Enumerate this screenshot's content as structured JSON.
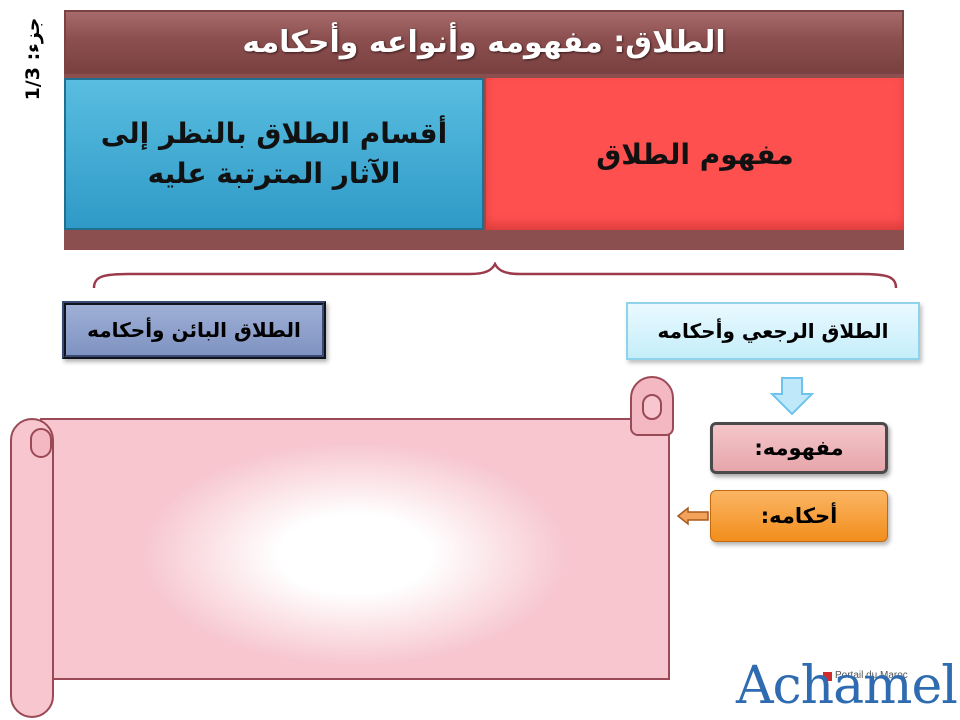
{
  "part_label": "جزء: 1/3",
  "title": "الطلاق: مفهومه وأنواعه وأحكامه",
  "concepts": {
    "definition": "مفهوم الطلاق",
    "divisions_line1": "أقسام الطلاق بالنظر إلى",
    "divisions_line2": "الآثار المترتبة عليه"
  },
  "types": {
    "revocable": "الطلاق الرجعي وأحكامه",
    "irrevocable": "الطلاق البائن وأحكامه"
  },
  "sub_buttons": {
    "concept": "مفهومه:",
    "rulings": "أحكامه:"
  },
  "logo": {
    "name": "Achamel",
    "tagline": "Portail du Maroc"
  },
  "colors": {
    "title_bg": "#8c4f4f",
    "definition_bg": "#ff5050",
    "divisions_bg": "#2f9ac7",
    "revocable_bg": "#c4eefa",
    "irrevocable_bg": "#8fa1cc",
    "concept_btn_bg": "#f0b8bd",
    "rulings_btn_bg": "#f5a03a",
    "scroll_bg": "#f7c6cf",
    "logo": "#2f6bb0"
  }
}
